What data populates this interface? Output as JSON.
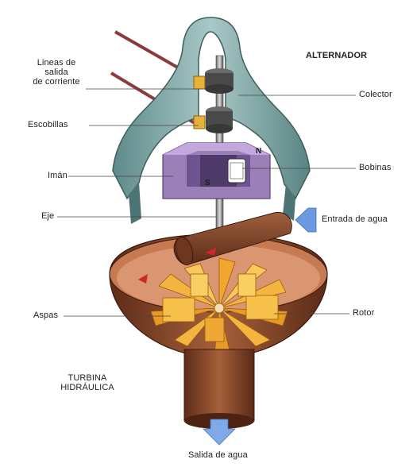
{
  "labels": {
    "lineas_de_salida": [
      "Lineas de",
      "salida",
      "de corriente"
    ],
    "escobillas": "Escobillas",
    "iman": "Imán",
    "eje": "Eje",
    "aspas": "Aspas",
    "turbina_hidraulica": [
      "TURBINA",
      "HIDRÁULICA"
    ],
    "alternador": "ALTERNADOR",
    "colector": "Colector",
    "bobinas": "Bobinas",
    "entrada_de_agua": "Entrada de agua",
    "rotor": "Rotor",
    "salida_de_agua": "Salida de agua",
    "magnet_n": "N",
    "magnet_s": "S"
  },
  "colors": {
    "alternator_shell": "#7aa3a3",
    "magnet": "#9b7fb8",
    "bowl": "#8b4a2b",
    "blades": "#f0a832",
    "arrow_in": "#5b8fd9",
    "arrow_out": "#6fa0e6"
  }
}
